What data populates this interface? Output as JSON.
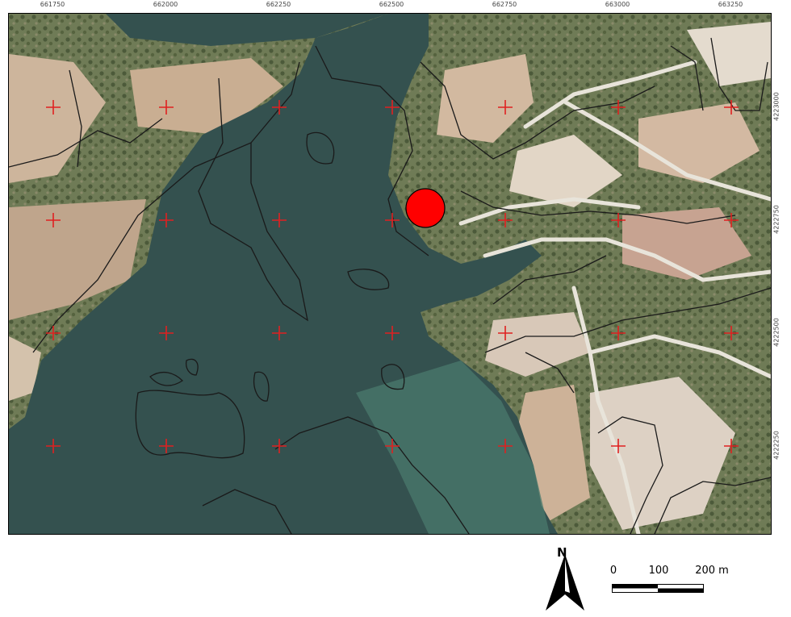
{
  "top_ticks": [
    "661750",
    "662000",
    "662250",
    "662500",
    "662750",
    "663000",
    "663250"
  ],
  "right_ticks": [
    "4223000",
    "4222750",
    "4222500",
    "4222250"
  ],
  "north_label": "N",
  "scale": {
    "labels": [
      "0",
      "100",
      "200 m"
    ]
  },
  "grid_marker": {
    "color": "#e02020",
    "symbol": "cross"
  },
  "site_marker": {
    "color": "#ff0000",
    "shape": "circle"
  },
  "colors": {
    "water": "#33514f",
    "water_shallow": "#4a7a6c",
    "land": "#8a8f6e",
    "field": "#c8b19a",
    "contour": "#1a1a1a"
  }
}
